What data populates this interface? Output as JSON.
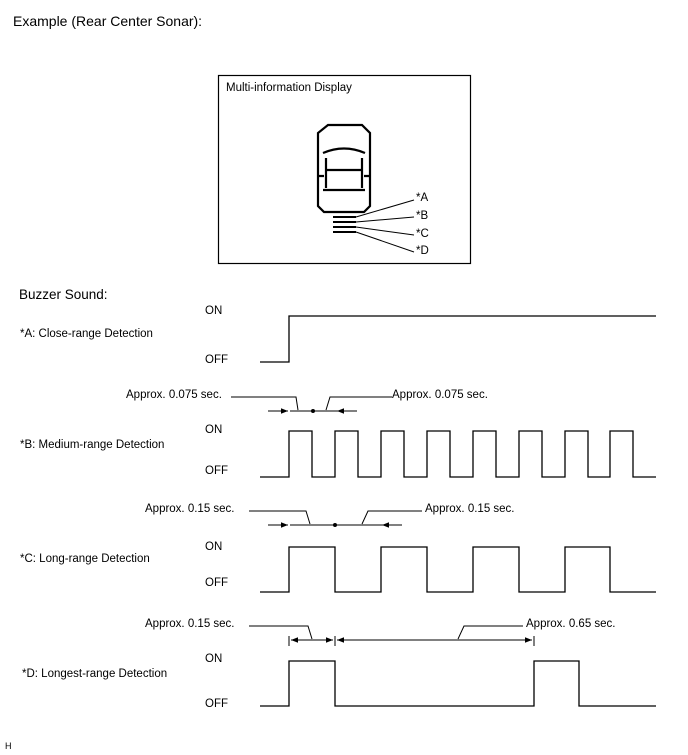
{
  "title": "Example (Rear Center Sonar):",
  "display": {
    "label": "Multi-information Display",
    "callouts": [
      "*A",
      "*B",
      "*C",
      "*D"
    ]
  },
  "buzzer_title": "Buzzer Sound:",
  "signals": [
    {
      "id": "A",
      "label": "*A: Close-range Detection",
      "on": "ON",
      "off": "OFF",
      "annot_left": "",
      "annot_right": ""
    },
    {
      "id": "B",
      "label": "*B: Medium-range Detection",
      "on": "ON",
      "off": "OFF",
      "annot_left": "Approx. 0.075 sec.",
      "annot_right": "Approx. 0.075 sec."
    },
    {
      "id": "C",
      "label": "*C: Long-range Detection",
      "on": "ON",
      "off": "OFF",
      "annot_left": "Approx. 0.15 sec.",
      "annot_right": "Approx. 0.15 sec."
    },
    {
      "id": "D",
      "label": "*D: Longest-range Detection",
      "on": "ON",
      "off": "OFF",
      "annot_left": "Approx. 0.15 sec.",
      "annot_right": "Approx. 0.65 sec."
    }
  ],
  "footer": "H"
}
